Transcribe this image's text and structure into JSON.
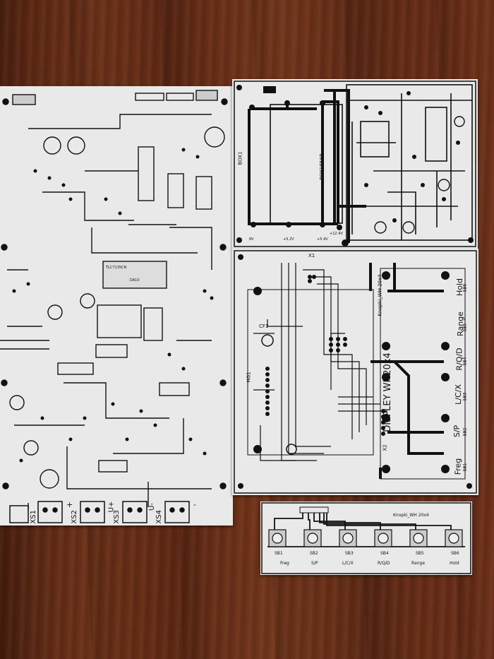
{
  "scene": "Printed PCB layout sheets on a wooden table",
  "main_board": {
    "chips": [
      "TLC7135CN",
      "DA10"
    ],
    "connectors": [
      "XS1",
      "XS2",
      "XS3",
      "XS4"
    ],
    "signs": [
      "+",
      "U+",
      "U-",
      "-"
    ]
  },
  "power_board": {
    "label": "BOX1",
    "label2": "BOX1B56B",
    "pins": [
      "8V",
      "+5.2V",
      "+5.4V",
      "+12.4V"
    ]
  },
  "display_board": {
    "title": "DISPLEY  WH20x4",
    "small_title": "Knopki_WH 20x4",
    "conn_x1": "X1",
    "conn_x2": "X2",
    "hg1": "HG1",
    "cf1": "CF1",
    "buttons": [
      {
        "label": "Hold",
        "ref": "SB6"
      },
      {
        "label": "Range",
        "ref": "SB5"
      },
      {
        "label": "R/Q/D",
        "ref": "SB4"
      },
      {
        "label": "L/C/X",
        "ref": "SB3"
      },
      {
        "label": "S/P",
        "ref": "SB2"
      },
      {
        "label": "Freg",
        "ref": "SB1"
      }
    ]
  },
  "button_board": {
    "title": "Knopki_WH 20x4",
    "refs": [
      "SB1",
      "SB2",
      "SB3",
      "SB4",
      "SB5",
      "SB6"
    ],
    "labels": [
      "Freg",
      "S/P",
      "L/C/X",
      "R/Q/D",
      "Range",
      "Hold"
    ]
  }
}
